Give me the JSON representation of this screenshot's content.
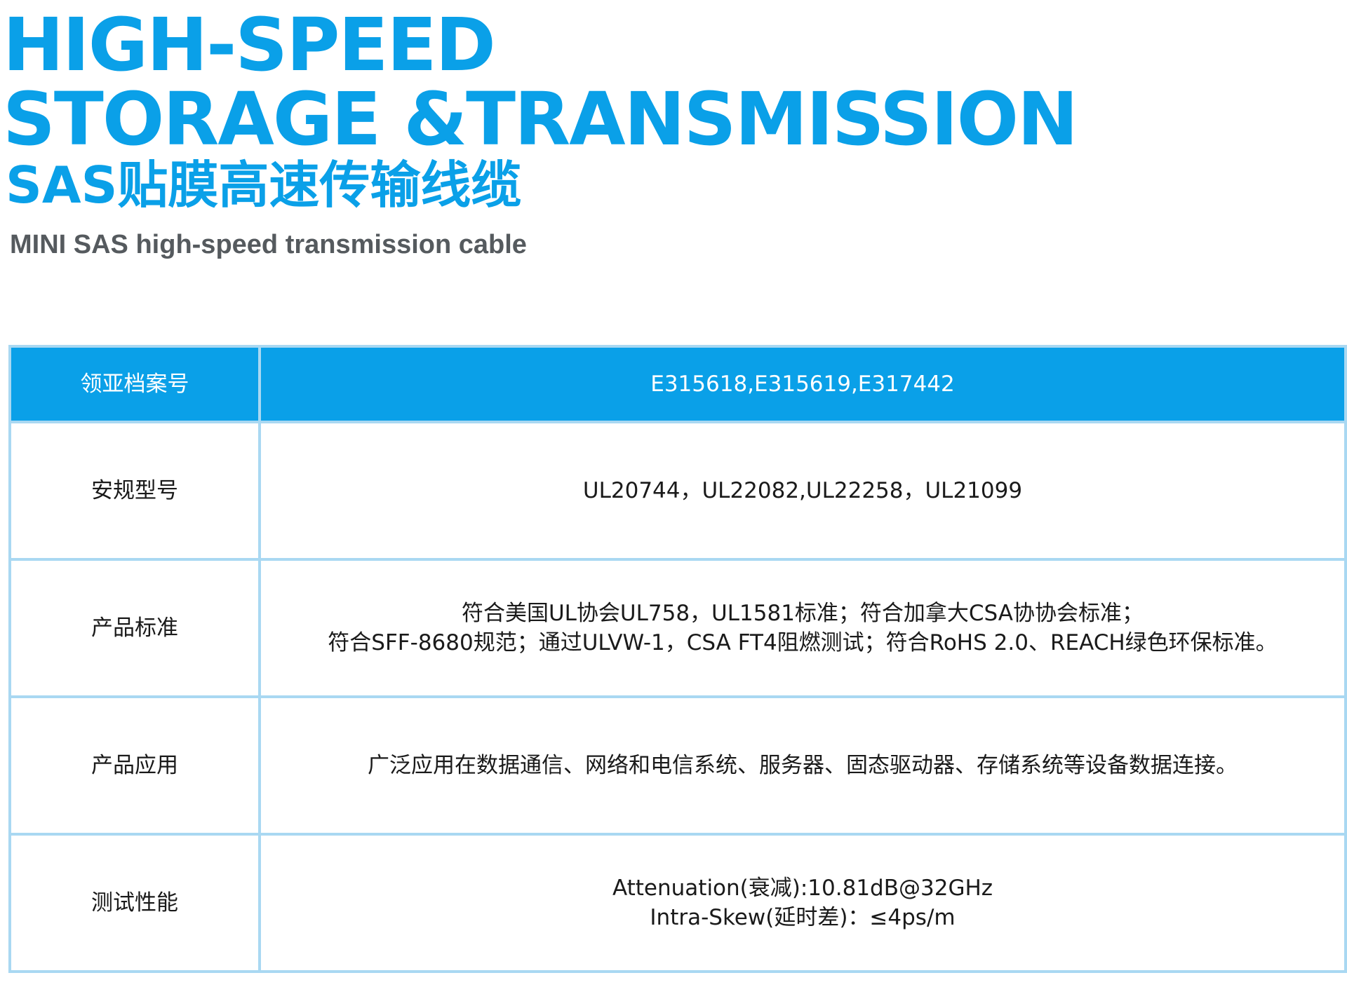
{
  "header": {
    "title_line1": "HIGH-SPEED",
    "title_line2": "STORAGE &TRANSMISSION",
    "subtitle_cn": "SAS贴膜高速传输线缆",
    "subtitle_en": "MINI SAS high-speed transmission cable"
  },
  "table": {
    "header": {
      "label": "领亚档案号",
      "value": "E315618,E315619,E317442"
    },
    "rows": [
      {
        "label": "安规型号",
        "lines": [
          "UL20744，UL22082,UL22258，UL21099"
        ]
      },
      {
        "label": "产品标准",
        "lines": [
          "符合美国UL协会UL758，UL1581标准；符合加拿大CSA协协会标准；",
          "符合SFF-8680规范；通过ULVW-1，CSA FT4阻燃测试；符合RoHS 2.0、REACH绿色环保标准。"
        ]
      },
      {
        "label": "产品应用",
        "lines": [
          "广泛应用在数据通信、网络和电信系统、服务器、固态驱动器、存储系统等设备数据连接。"
        ]
      },
      {
        "label": "测试性能",
        "lines": [
          "Attenuation(衰减):10.81dB@32GHz",
          "Intra-Skew(延时差)：≤4ps/m"
        ]
      }
    ]
  },
  "colors": {
    "accent": "#0aa0e8",
    "border": "#a9d8f2",
    "subtitle_gray": "#555a5e"
  }
}
